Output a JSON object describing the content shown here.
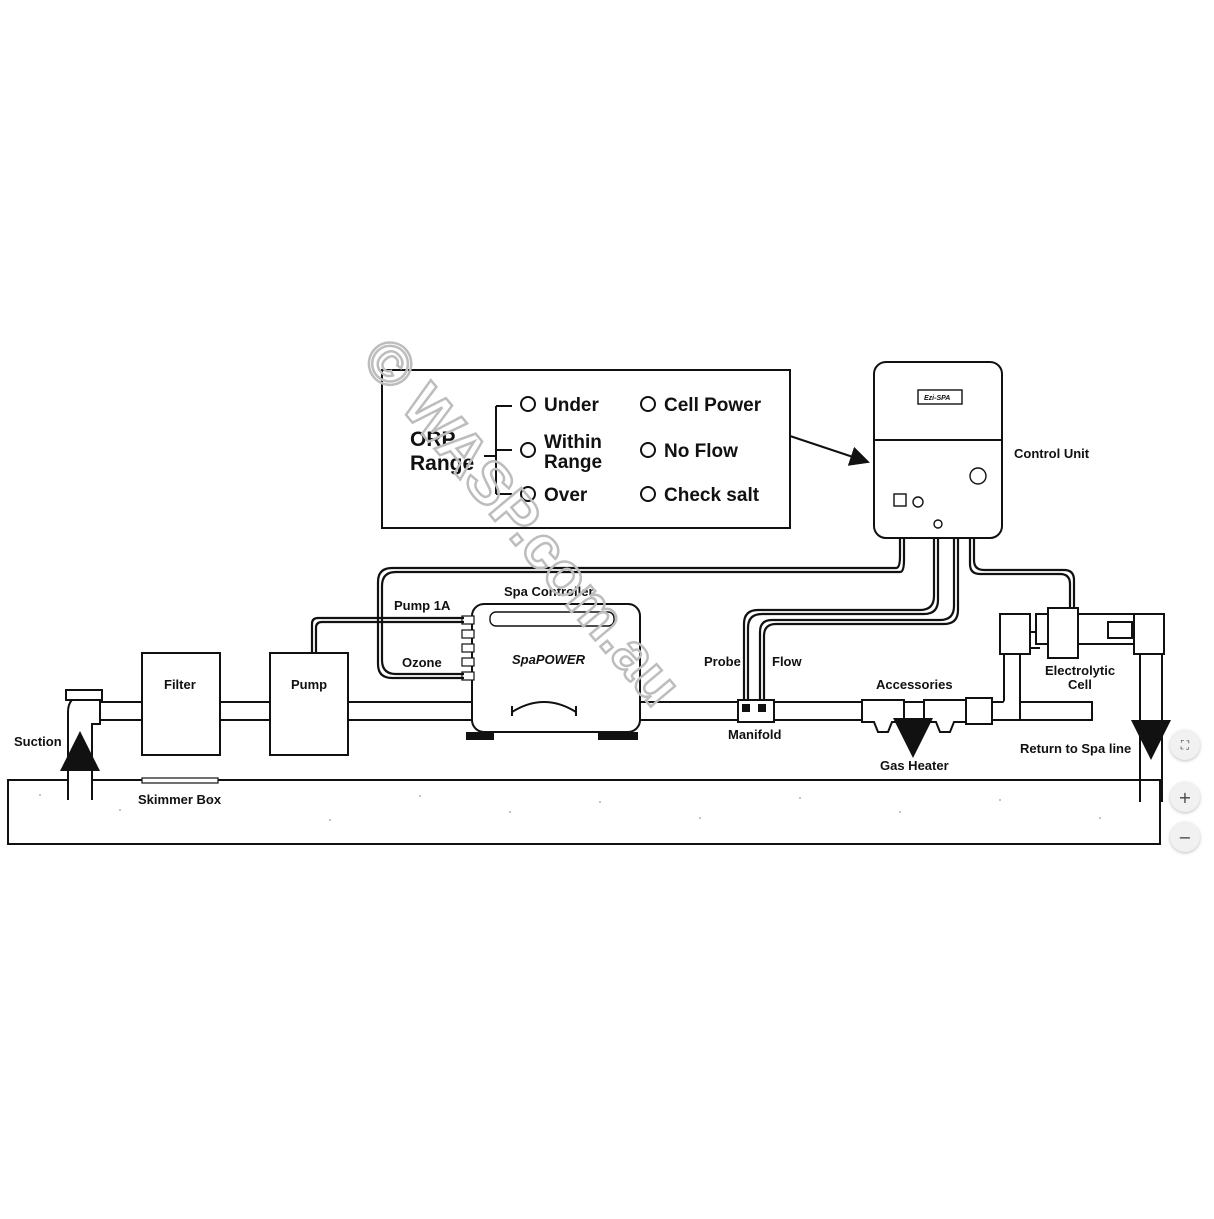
{
  "legend": {
    "group_title_line1": "ORP",
    "group_title_line2": "Range",
    "orp_items": [
      {
        "line1": "Under",
        "line2": ""
      },
      {
        "line1": "Within",
        "line2": "Range"
      },
      {
        "line1": "Over",
        "line2": ""
      }
    ],
    "status_items": [
      "Cell Power",
      "No Flow",
      "Check salt"
    ]
  },
  "labels": {
    "control_unit": "Control Unit",
    "spa_controller": "Spa Controller",
    "pump_1a": "Pump 1A",
    "ozone": "Ozone",
    "filter": "Filter",
    "pump": "Pump",
    "suction": "Suction",
    "skimmer_box": "Skimmer Box",
    "probe": "Probe",
    "flow": "Flow",
    "manifold": "Manifold",
    "accessories": "Accessories",
    "gas_heater": "Gas Heater",
    "electrolytic_cell_line1": "Electrolytic",
    "electrolytic_cell_line2": "Cell",
    "return_to_spa": "Return to Spa line",
    "brand_logo": "SpaPOWER",
    "control_unit_badge": "Ezi-SPA"
  },
  "watermark": "© WASP.com.au",
  "zoom_controls": {
    "fit_symbol": "⛶",
    "zoom_in_symbol": "+",
    "zoom_out_symbol": "−",
    "icons": [
      "fit-screen-icon",
      "zoom-in-icon",
      "zoom-out-icon"
    ]
  },
  "colors": {
    "line": "#111111",
    "watermark": "#bdbdbd",
    "ground": "#ffffff"
  }
}
